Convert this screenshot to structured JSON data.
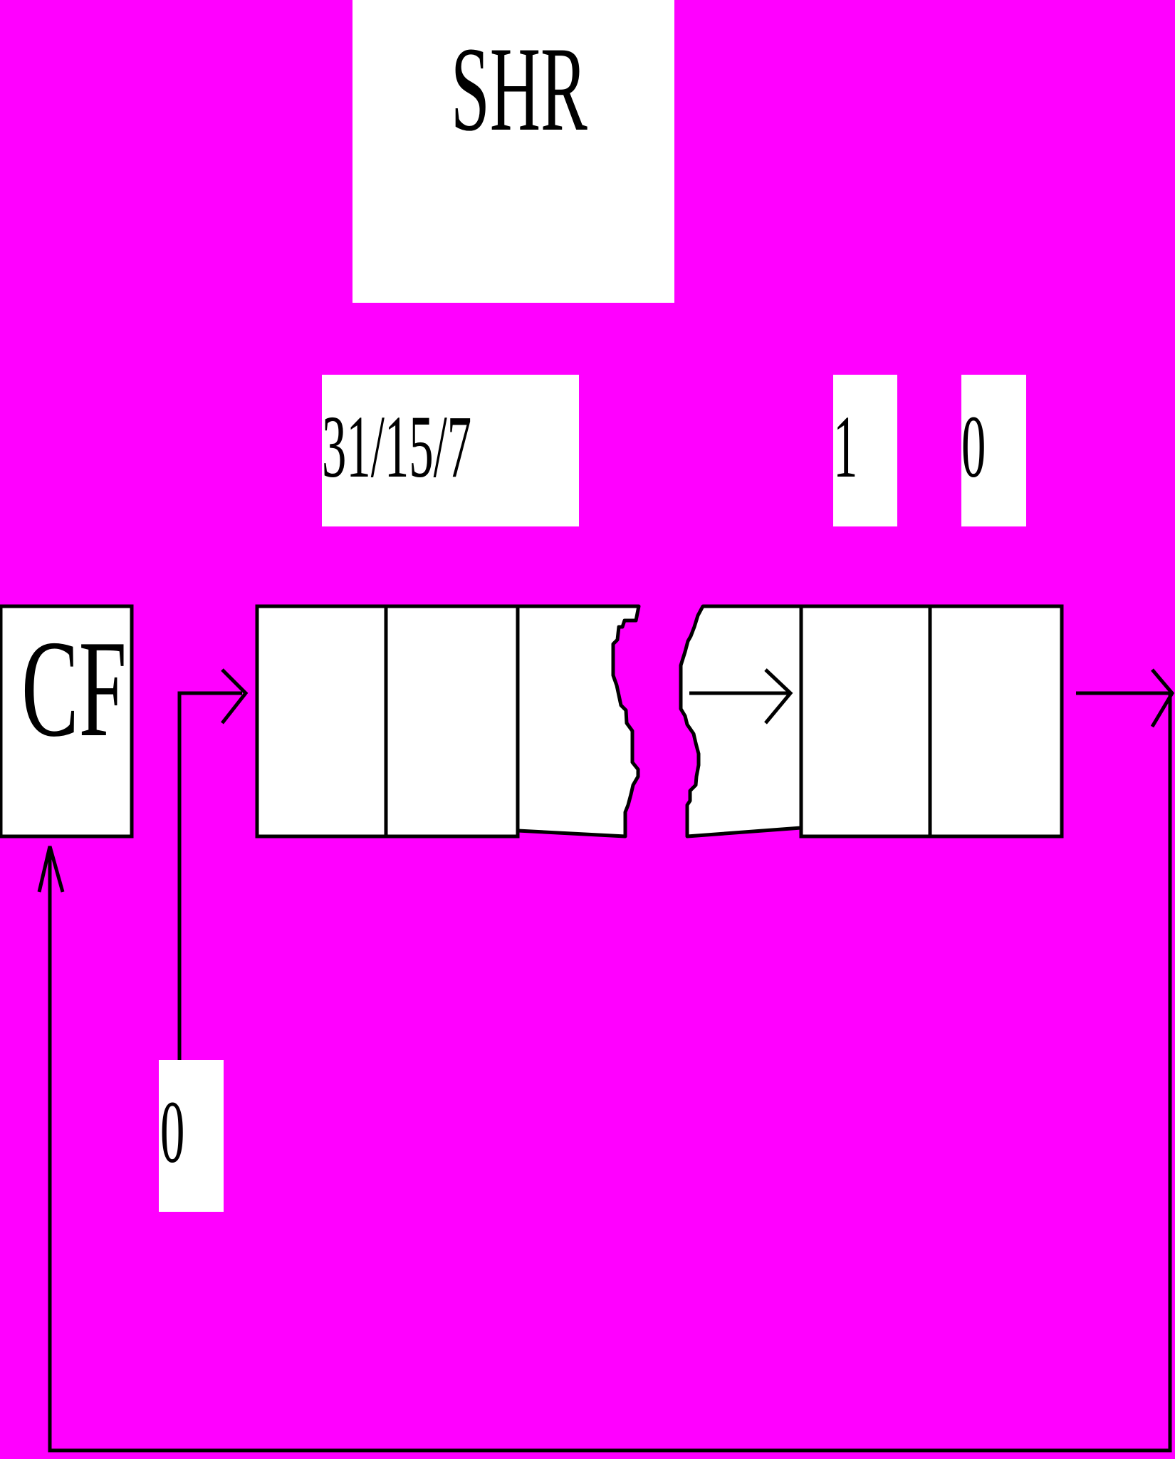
{
  "title": "SHR",
  "bit_labels": {
    "msb": "31/15/7",
    "bit1": "1",
    "bit0": "0"
  },
  "carry_flag": "CF",
  "fill_bit": "0",
  "colors": {
    "background": "#ff00ff",
    "box_fill": "#ffffff",
    "stroke": "#000000"
  }
}
